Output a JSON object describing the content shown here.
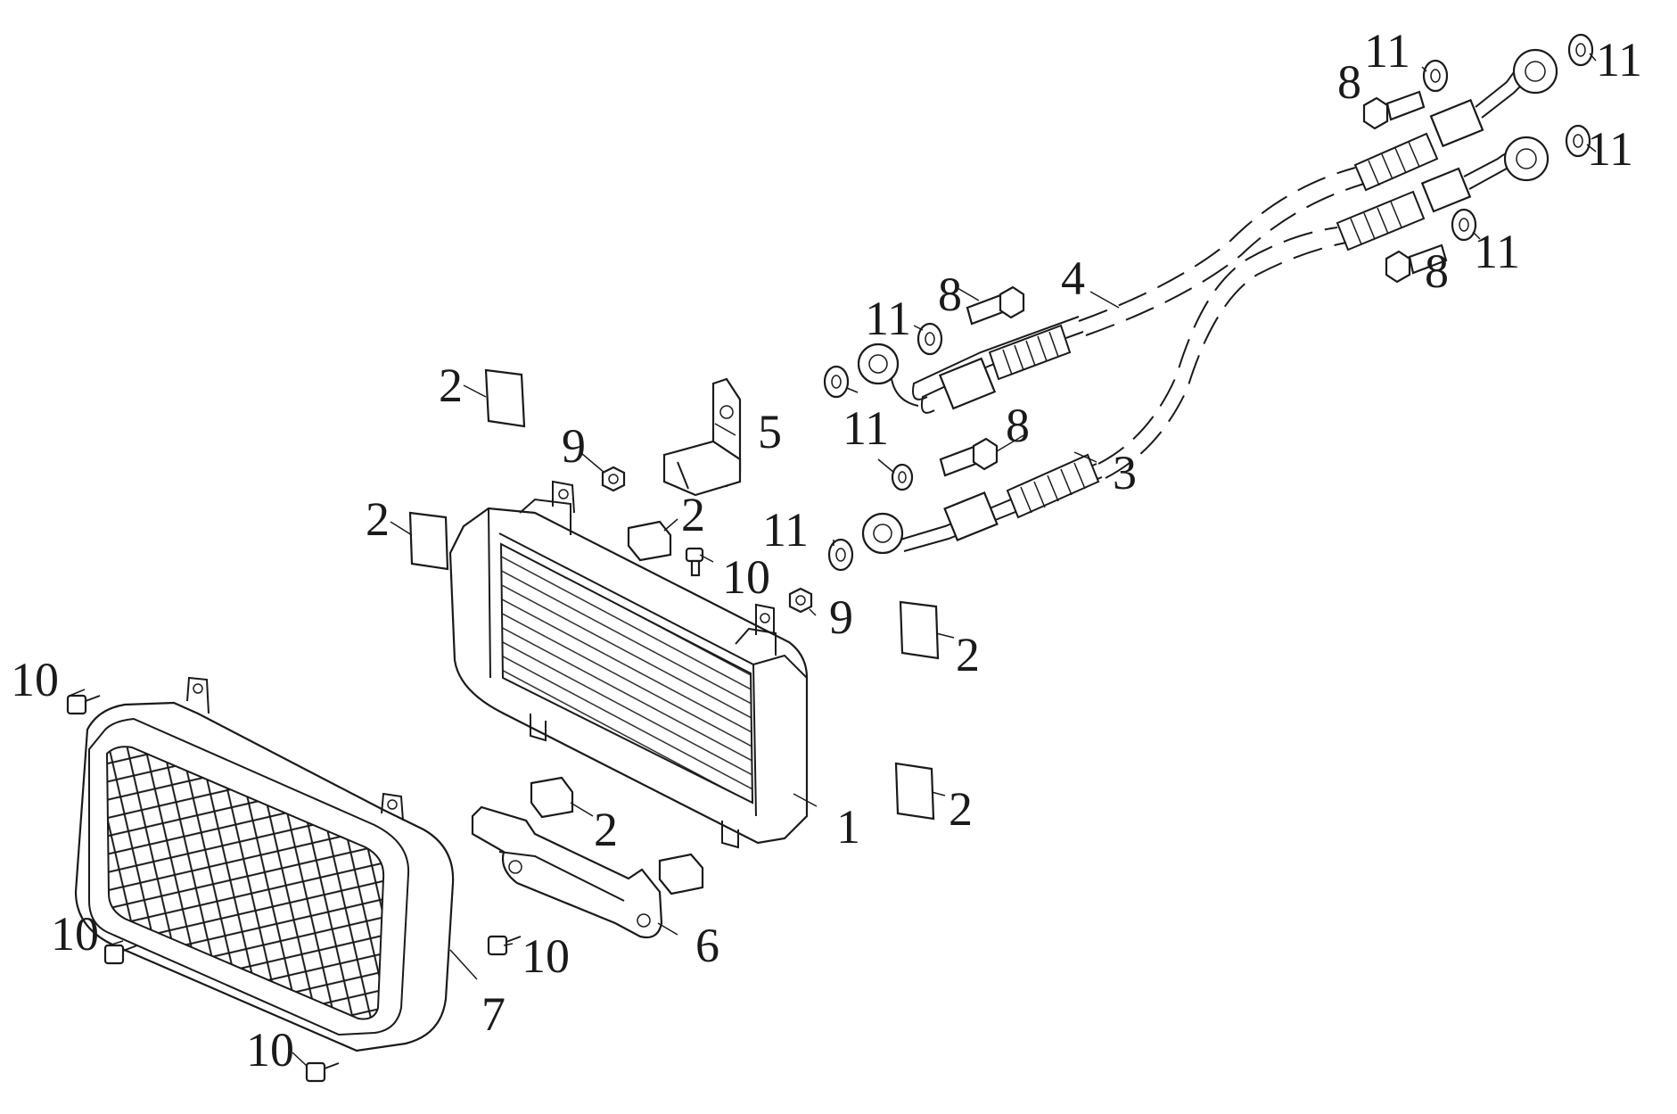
{
  "callouts": [
    {
      "id": "l1",
      "text": "1"
    },
    {
      "id": "l2a",
      "text": "2"
    },
    {
      "id": "l2b",
      "text": "2"
    },
    {
      "id": "l2c",
      "text": "2"
    },
    {
      "id": "l2d",
      "text": "2"
    },
    {
      "id": "l2e",
      "text": "2"
    },
    {
      "id": "l2f",
      "text": "2"
    },
    {
      "id": "l3",
      "text": "3"
    },
    {
      "id": "l4",
      "text": "4"
    },
    {
      "id": "l5",
      "text": "5"
    },
    {
      "id": "l6",
      "text": "6"
    },
    {
      "id": "l7",
      "text": "7"
    },
    {
      "id": "l8a",
      "text": "8"
    },
    {
      "id": "l8b",
      "text": "8"
    },
    {
      "id": "l8c",
      "text": "8"
    },
    {
      "id": "l8d",
      "text": "8"
    },
    {
      "id": "l9a",
      "text": "9"
    },
    {
      "id": "l9b",
      "text": "9"
    },
    {
      "id": "l10a",
      "text": "10"
    },
    {
      "id": "l10b",
      "text": "10"
    },
    {
      "id": "l10c",
      "text": "10"
    },
    {
      "id": "l10d",
      "text": "10"
    },
    {
      "id": "l10e",
      "text": "10"
    },
    {
      "id": "l11a",
      "text": "11"
    },
    {
      "id": "l11b",
      "text": "11"
    },
    {
      "id": "l11c",
      "text": "11"
    },
    {
      "id": "l11d",
      "text": "11"
    },
    {
      "id": "l11e",
      "text": "11"
    },
    {
      "id": "l11f",
      "text": "11"
    },
    {
      "id": "l11g",
      "text": "11"
    }
  ]
}
